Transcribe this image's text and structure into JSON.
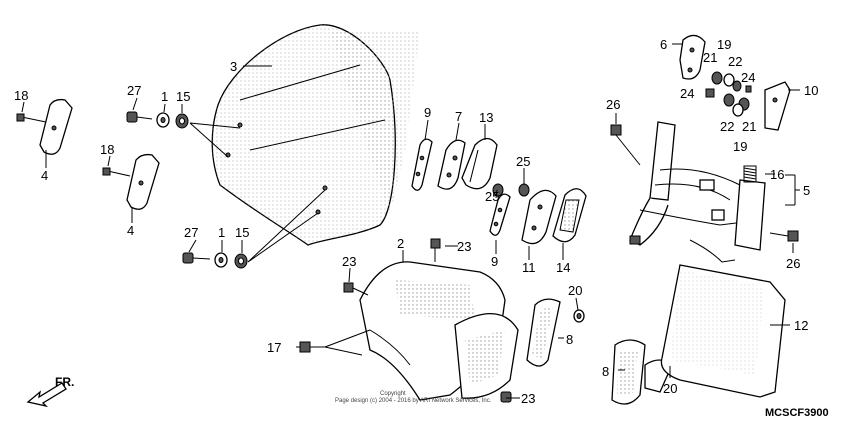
{
  "callouts": {
    "n1a": "1",
    "n1b": "1",
    "n2": "2",
    "n3": "3",
    "n4a": "4",
    "n4b": "4",
    "n5": "5",
    "n6": "6",
    "n7": "7",
    "n8a": "8",
    "n8b": "8",
    "n9a": "9",
    "n9b": "9",
    "n10": "10",
    "n11": "11",
    "n12": "12",
    "n13": "13",
    "n14": "14",
    "n15a": "15",
    "n15b": "15",
    "n16": "16",
    "n17": "17",
    "n18a": "18",
    "n18b": "18",
    "n19a": "19",
    "n19b": "19",
    "n20a": "20",
    "n20b": "20",
    "n21a": "21",
    "n21b": "21",
    "n22a": "22",
    "n22b": "22",
    "n23a": "23",
    "n23b": "23",
    "n23c": "23",
    "n24a": "24",
    "n24b": "24",
    "n25a": "25",
    "n25b": "25",
    "n26a": "26",
    "n26b": "26",
    "n27a": "27",
    "n27b": "27"
  },
  "fr_label": "FR.",
  "copyright": "Copyright\nPage design (c) 2004 - 2016 by ARI Network Services, Inc.",
  "diagram_code": "MCSCF3900",
  "colors": {
    "line": "#000000",
    "background": "#ffffff",
    "dots": "#888888"
  }
}
